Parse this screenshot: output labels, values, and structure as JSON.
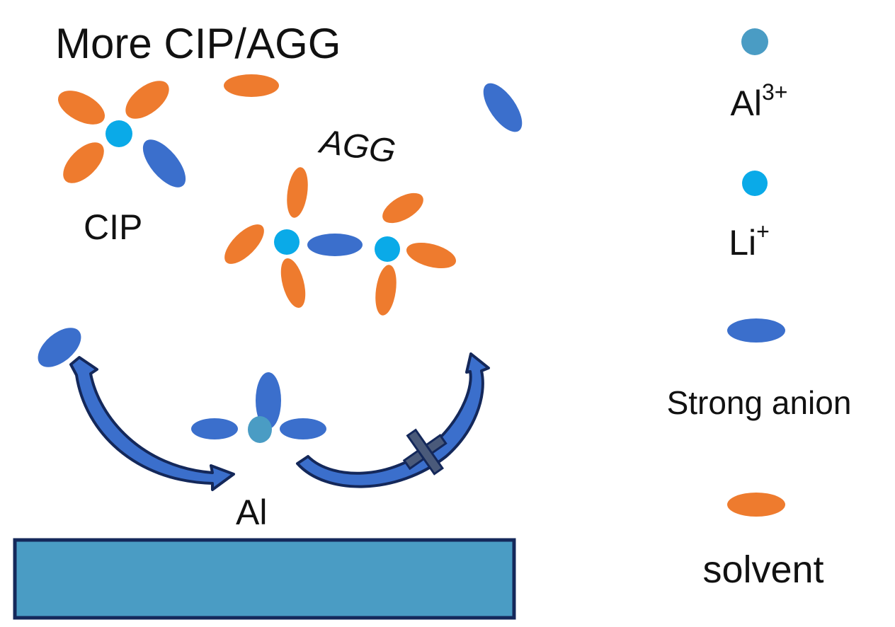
{
  "title": "More CIP/AGG",
  "labels": {
    "agg": "AGG",
    "cip": "CIP",
    "al_electrode": "Al"
  },
  "legend": [
    {
      "key": "al3",
      "symbol": "Al",
      "superscript": "3+",
      "shape": "circle",
      "color": "#4a9cc4"
    },
    {
      "key": "li",
      "symbol": "Li",
      "superscript": "+",
      "shape": "circle",
      "color": "#0aaae8"
    },
    {
      "key": "anion",
      "symbol": "Strong anion",
      "superscript": "",
      "shape": "ellipse",
      "color": "#3b6fcc"
    },
    {
      "key": "solvent",
      "symbol": "solvent",
      "superscript": "",
      "shape": "ellipse",
      "color": "#ee7b2e"
    }
  ],
  "colors": {
    "solvent": "#ee7b2e",
    "anion": "#3b6fcc",
    "li": "#0aaae8",
    "al3": "#4a9cc4",
    "arrow_fill": "#3b6fcc",
    "arrow_stroke": "#14285a",
    "electrode_fill": "#4a9cc4",
    "electrode_stroke": "#14285a"
  },
  "annotations": {
    "blocked_marker": "cross"
  }
}
